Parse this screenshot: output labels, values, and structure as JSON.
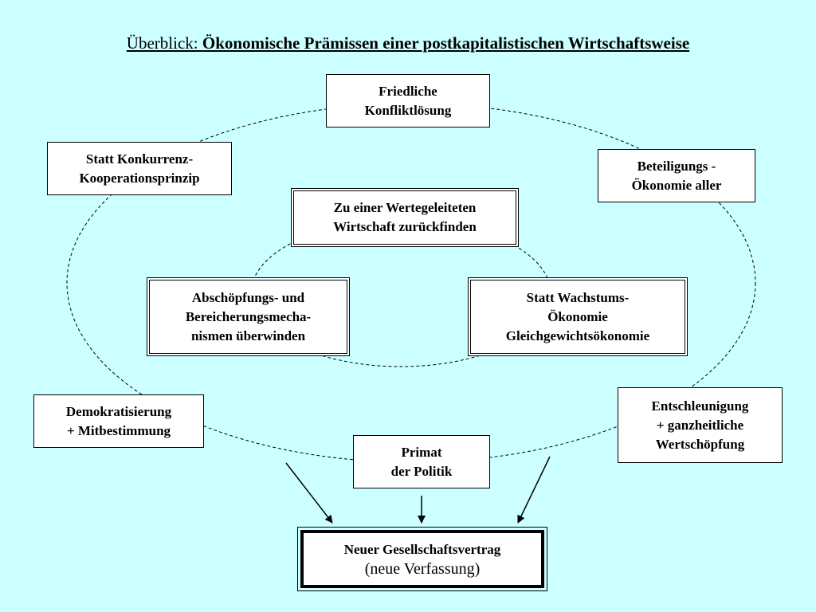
{
  "title": {
    "prefix": "Überblick: ",
    "main": "Ökonomische Prämissen einer postkapitalistischen Wirtschaftsweise"
  },
  "boxes": {
    "friedliche": [
      "Friedliche",
      "Konfliktlösung"
    ],
    "konkurrenz": [
      "Statt Konkurrenz-",
      "Kooperationsprinzip"
    ],
    "beteiligung": [
      "Beteiligungs -",
      "Ökonomie aller"
    ],
    "werte": [
      "Zu einer Wertegeleiteten",
      "Wirtschaft zurückfinden"
    ],
    "abschoepfung": [
      "Abschöpfungs- und",
      "Bereicherungsmecha-",
      "nismen überwinden"
    ],
    "wachstum": [
      "Statt Wachstums-",
      "Ökonomie",
      "Gleichgewichtsökonomie"
    ],
    "demokratisierung": [
      "Demokratisierung",
      "+ Mitbestimmung"
    ],
    "primat": [
      "Primat",
      "der Politik"
    ],
    "entschleunigung": [
      "Entschleunigung",
      "+ ganzheitliche",
      "Wertschöpfung"
    ],
    "vertrag": [
      "Neuer Gesellschaftsvertrag",
      "(neue Verfassung)"
    ]
  }
}
